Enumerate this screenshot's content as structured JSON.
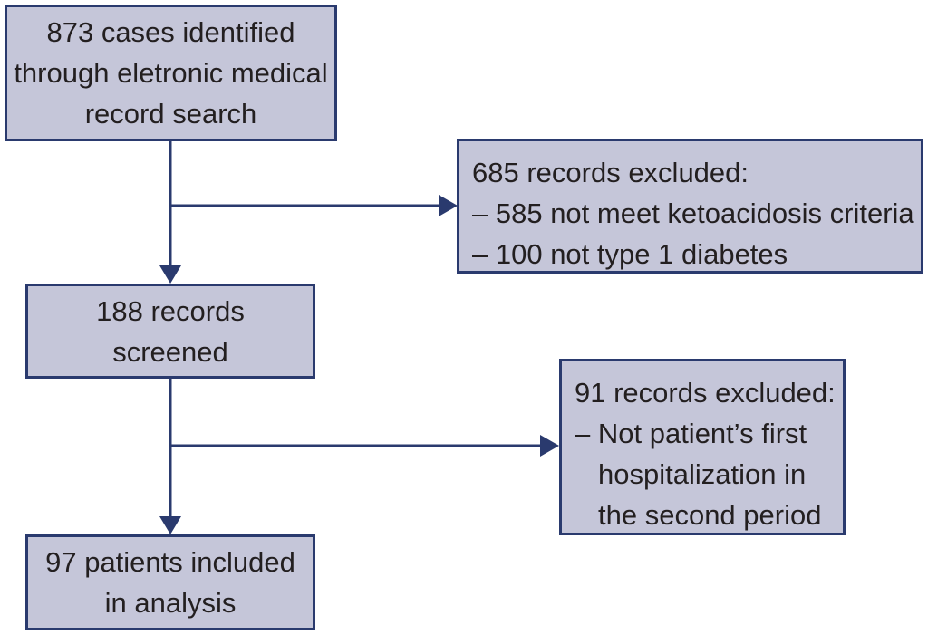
{
  "boxes": {
    "identified": {
      "lines": [
        "873 cases identified",
        "through eletronic medical",
        "record search"
      ]
    },
    "excluded1": {
      "title": "685 records excluded:",
      "items": [
        "– 585 not meet ketoacidosis criteria",
        "– 100 not type 1 diabetes"
      ]
    },
    "screened": {
      "lines": [
        "188 records",
        "screened"
      ]
    },
    "excluded2": {
      "title": "91 records excluded:",
      "lines": [
        "– Not patient’s first",
        "hospitalization in",
        "the second period"
      ]
    },
    "included": {
      "lines": [
        "97 patients included",
        "in analysis"
      ]
    }
  },
  "colors": {
    "box_fill": "#c5c6d9",
    "border": "#2a3a6e",
    "arrow": "#2a3a6e"
  }
}
